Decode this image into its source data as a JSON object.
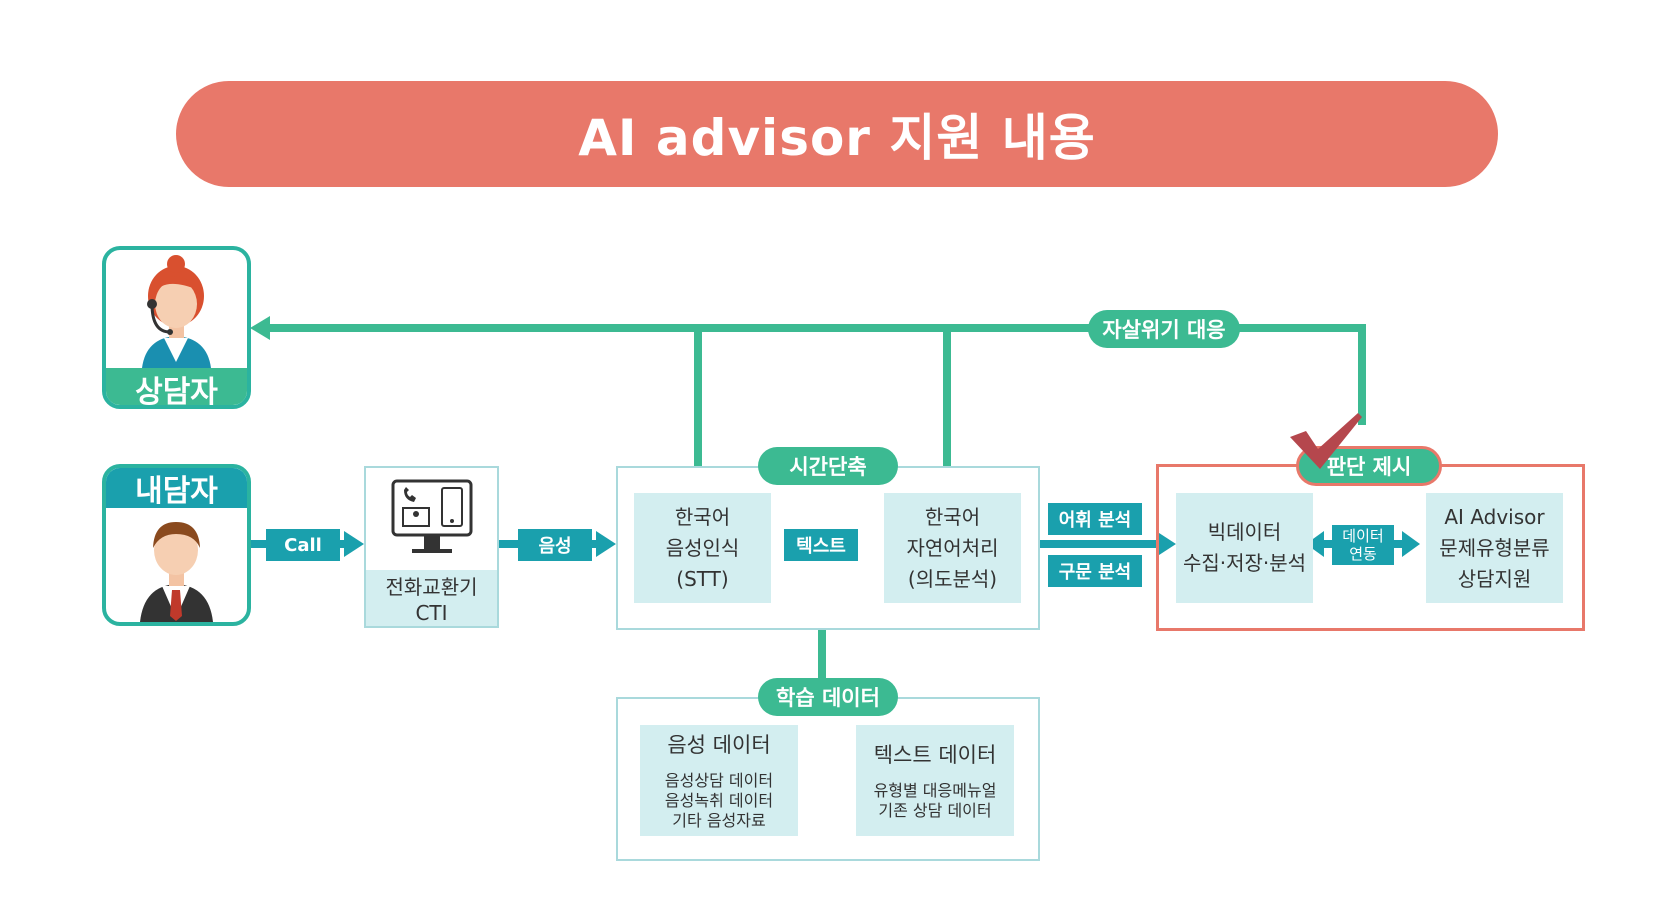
{
  "title": "AI advisor 지원 내용",
  "counselor": {
    "label": "상담자"
  },
  "caller": {
    "label": "내담자"
  },
  "cti": {
    "line1": "전화교환기",
    "line2": "CTI"
  },
  "stt": {
    "line1": "한국어",
    "line2": "음성인식",
    "line3": "(STT)"
  },
  "nlp": {
    "line1": "한국어",
    "line2": "자연어처리",
    "line3": "(의도분석)"
  },
  "bigdata": {
    "line1": "빅데이터",
    "line2": "수집·저장·분석"
  },
  "advisor": {
    "line1": "AI Advisor",
    "line2": "문제유형분류",
    "line3": "상담지원"
  },
  "labels": {
    "call": "Call",
    "voice": "음성",
    "text": "텍스트",
    "time_saving": "시간단축",
    "suicide_response": "자살위기 대응",
    "judgment": "판단 제시",
    "vocab_analysis": "어휘 분석",
    "syntax_analysis": "구문 분석",
    "data_link_1": "데이터",
    "data_link_2": "연동",
    "training_data": "학습 데이터"
  },
  "training": {
    "voice_title": "음성 데이터",
    "voice_items": [
      "음성상담 데이터",
      "음성녹취 데이터",
      "기타 음성자료"
    ],
    "text_title": "텍스트 데이터",
    "text_items": [
      "유형별 대응메뉴얼",
      "기존 상담 데이터"
    ]
  },
  "colors": {
    "banner": "#e8786a",
    "green": "#3cba92",
    "teal": "#1aa0ad",
    "light": "#d3eef0",
    "red_frame": "#e8786a",
    "check": "#b5474d"
  }
}
